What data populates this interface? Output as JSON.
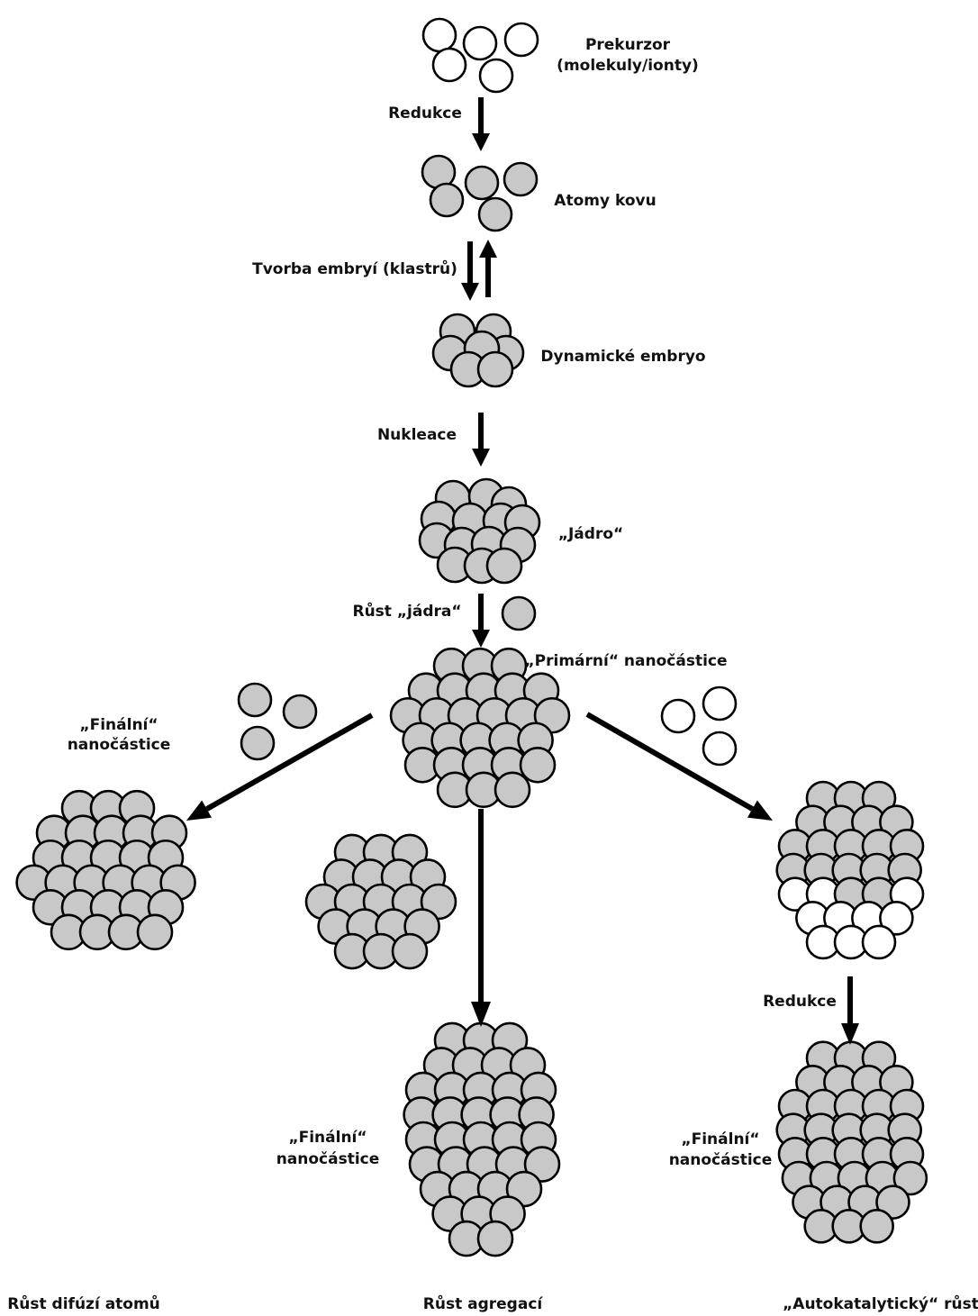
{
  "colors": {
    "atom_fill": "#c8c8c8",
    "precursor_fill": "#ffffff",
    "outline": "#000000",
    "arrow": "#000000"
  },
  "labels": {
    "precursor_line1": "Prekurzor",
    "precursor_line2": "(molekuly/ionty)",
    "reduction_1": "Redukce",
    "metal_atoms": "Atomy kovu",
    "embryo_formation": "Tvorba embryí (klastrů)",
    "dynamic_embryo": "Dynamické embryo",
    "nucleation": "Nukleace",
    "nucleus": "„Jádro“",
    "nucleus_growth": "Růst „jádra“",
    "primary_nanoparticle": "„Primární“ nanočástice",
    "final_left_line1": "„Finální“",
    "final_left_line2": "nanočástice",
    "final_center_line1": "„Finální“",
    "final_center_line2": "nanočástice",
    "reduction_2": "Redukce",
    "final_right_line1": "„Finální“",
    "final_right_line2": "nanočástice",
    "growth_diffusion": "Růst difúzí atomů",
    "growth_aggregation": "Růst agregací",
    "growth_autocatalytic": "„Autokatalytický“ růst"
  }
}
